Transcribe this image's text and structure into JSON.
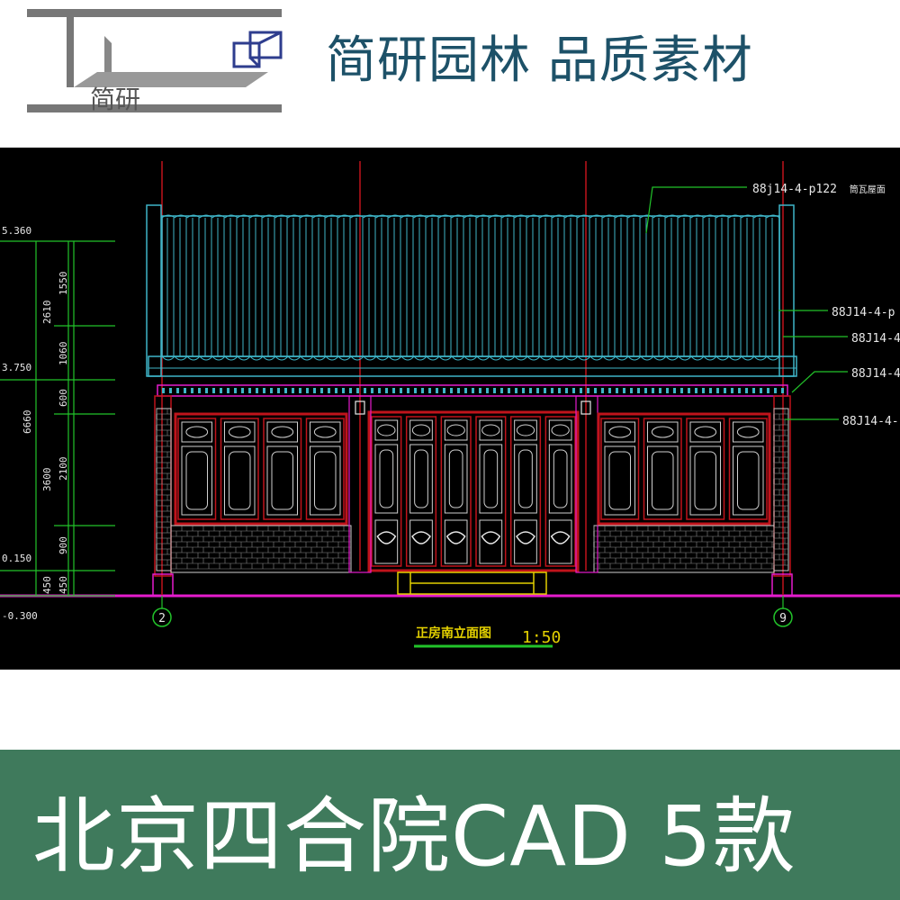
{
  "header": {
    "logo_text": "简研",
    "brand_title": "简研园林 品质素材"
  },
  "drawing": {
    "roof_note": "88j14-4-p122",
    "roof_note_suffix": "筒瓦屋面",
    "right_notes": [
      "88J14-4-p",
      "88J14-4",
      "88J14-4",
      "88J14-4-"
    ],
    "left_levels": [
      "5.360",
      "3.750",
      "0.150",
      "-0.300"
    ],
    "dimensions_outer": [
      "6660"
    ],
    "dimensions_mid": [
      "2610",
      "3600",
      "450"
    ],
    "dimensions_inner": [
      "1550",
      "1060",
      "600",
      "2100",
      "900",
      "450"
    ],
    "axis_left": "2",
    "axis_right": "9",
    "caption": "正房南立面图",
    "scale": "1:50"
  },
  "banner": {
    "title": "北京四合院CAD  5款"
  },
  "colors": {
    "brand_blue": "#1d5168",
    "banner_green": "#3f7a5c",
    "cad_cyan": "#3fb6c9",
    "cad_red": "#c0131b",
    "cad_green": "#22c32a",
    "cad_magenta": "#e51ccd",
    "cad_yellow": "#e3d000"
  }
}
